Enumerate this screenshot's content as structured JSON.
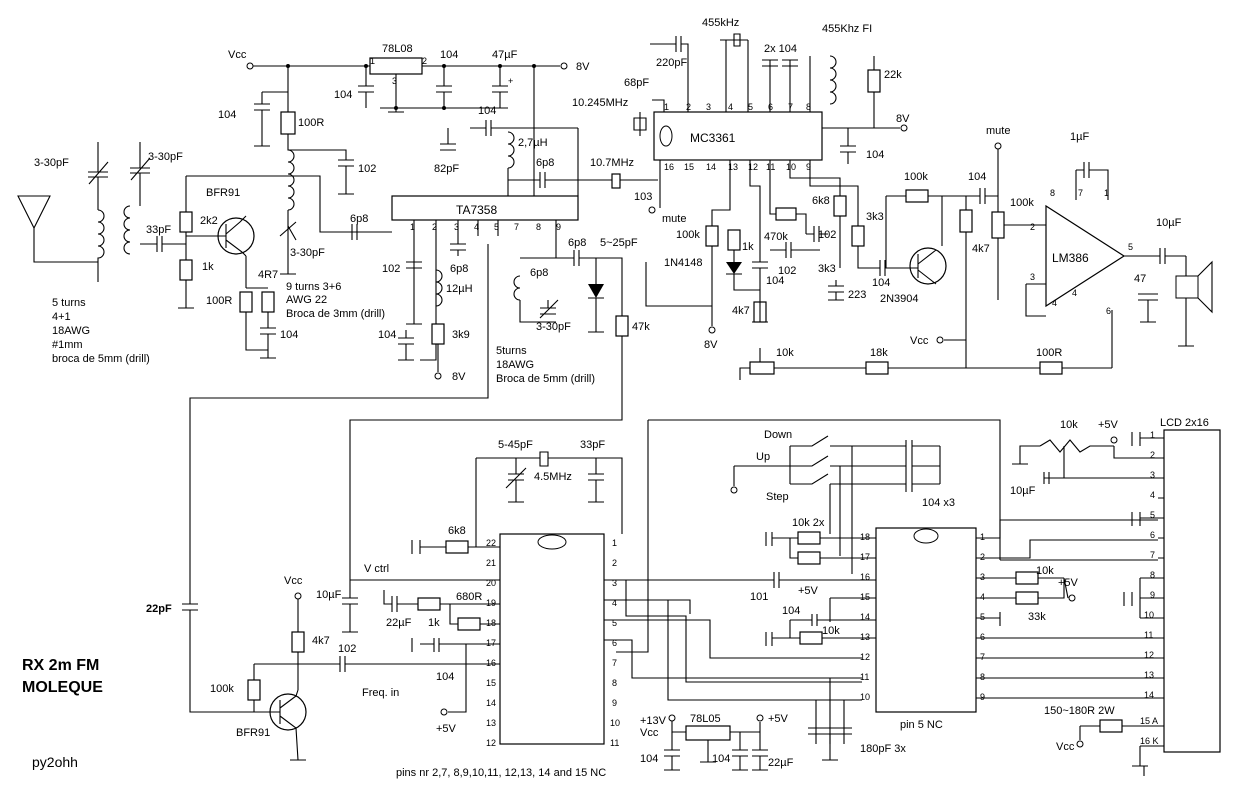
{
  "title": {
    "line1": "RX 2m FM",
    "line2": "MOLEQUE",
    "author": "py2ohh"
  },
  "labels": {
    "vcc": "Vcc",
    "v8": "8V",
    "v8b": "8V",
    "v8c": "8V",
    "v8d": "8V",
    "v5": "+5V",
    "v13": "+13V",
    "reg1": "78L08",
    "reg2": "78L05",
    "c104a": "104",
    "c104b": "104",
    "c47u": "47µF",
    "c104c": "104",
    "c104d": "104",
    "r100": "100R",
    "c102a": "102",
    "bfr91a": "BFR91",
    "r2k2": "2k2",
    "r1ka": "1k",
    "c33p": "33pF",
    "trim30a": "3-30pF",
    "trim30b": "3-30pF",
    "trim30c": "3-30pF",
    "trim30d": "3-30pF",
    "r4r7": "4R7",
    "r100b": "100R",
    "c104e": "104",
    "coil1": "5 turns\n4+1\n18AWG\n#1mm\nbroca de 5mm (drill)",
    "coil2": "9 turns 3+6\nAWG 22\nBroca de 3mm (drill)",
    "coil3": "5turns\n18AWG\nBroca de 5mm (drill)",
    "c6p8a": "6p8",
    "ta7358": "TA7358",
    "c102b": "102",
    "c6p8b": "6p8",
    "l12u": "12µH",
    "c104f": "104",
    "r3k9": "3k9",
    "c82p": "82pF",
    "l27u": "2,7µH",
    "c6p8c": "6p8",
    "x107": "10.7MHz",
    "c103": "103",
    "c6p8d": "6p8",
    "trim5_25": "5~25pF",
    "c6p8e": "6p8",
    "trim30e": "3-30pF",
    "r47k": "47k",
    "mute": "mute",
    "mute2": "mute",
    "x455": "455kHz",
    "c220p": "220pF",
    "c68p": "68pF",
    "x10245": "10.245MHz",
    "c2x104": "2x 104",
    "fi455": "455Khz FI",
    "r22k": "22k",
    "c104g": "104",
    "mc3361": "MC3361",
    "r100k": "100k",
    "r1kb": "1k",
    "d4148": "1N4148",
    "r470k": "470k",
    "c102c": "102",
    "c102d": "102",
    "r6k8": "6k8",
    "r3k3a": "3k3",
    "r3k3b": "3k3",
    "c223": "223",
    "c104h": "104",
    "r4k7a": "4k7",
    "r100kb": "100k",
    "q2n3904": "2N3904",
    "c104i": "104",
    "r4k7b": "4k7",
    "pot100k": "100k",
    "c1u": "1µF",
    "lm386": "LM386",
    "c10u": "10µF",
    "c47": "47",
    "pot10k": "10k",
    "r18k": "18k",
    "r100c": "100R",
    "trim5_45": "5-45pF",
    "c33pb": "33pF",
    "x45": "4.5MHz",
    "r6k8b": "6k8",
    "vctrl": "V ctrl",
    "c10ub": "10µF",
    "c22u": "22µF",
    "r1kc": "1k",
    "r680": "680R",
    "c102e": "102",
    "c104j": "104",
    "freqin": "Freq. in",
    "c22p": "22pF",
    "r4k7c": "4k7",
    "r100kc": "100k",
    "bfr91b": "BFR91",
    "pinsnc": "pins nr 2,7, 8,9,10,11, 12,13, 14 and 15 NC",
    "down": "Down",
    "up": "Up",
    "step": "Step",
    "c104x3": "104 x3",
    "r10k2x": "10k 2x",
    "c101": "101",
    "c104k": "104",
    "r10kb": "10k",
    "pin5nc": "pin 5 NC",
    "r10kc": "10k",
    "r33k": "33k",
    "c180p": "180pF 3x",
    "c104l": "104",
    "c104m": "104",
    "c22ub": "22µF",
    "lcd": "LCD 2x16",
    "pot10kb": "10k",
    "c10uc": "10µF",
    "r150": "150~180R 2W",
    "pin15": "15 A",
    "pin16": "16 K"
  }
}
